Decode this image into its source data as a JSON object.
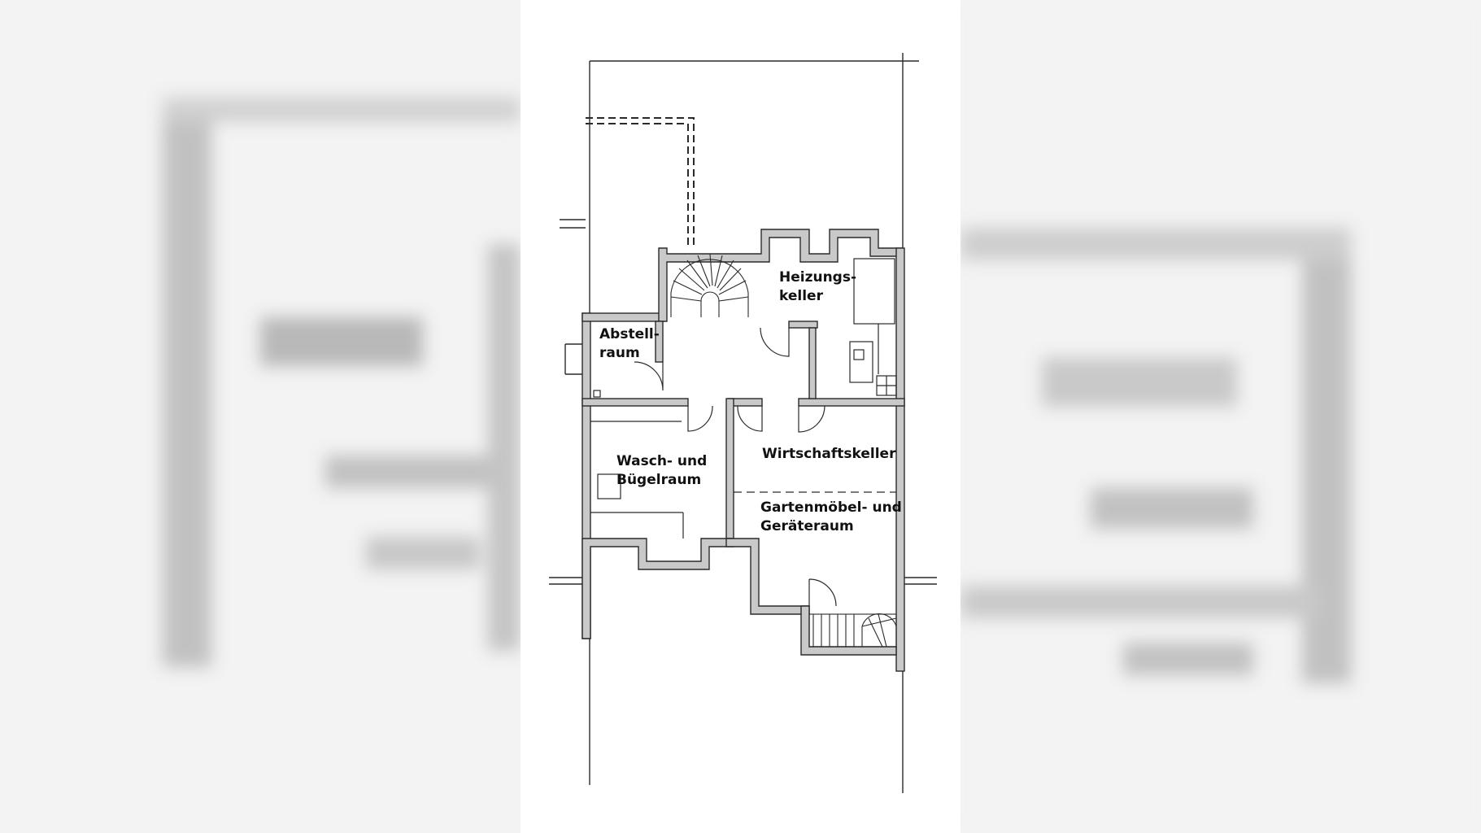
{
  "floor_plan": {
    "rooms": [
      {
        "id": "heizungskeller",
        "lines": [
          "Heizungs-",
          "keller"
        ]
      },
      {
        "id": "abstellraum",
        "lines": [
          "Abstell-",
          "raum"
        ]
      },
      {
        "id": "wasch-buegelraum",
        "lines": [
          "Wasch- und",
          "Bügelraum"
        ]
      },
      {
        "id": "wirtschaftskeller",
        "lines": [
          "Wirtschaftskeller"
        ]
      },
      {
        "id": "gartenmoebel-geraeteraum",
        "lines": [
          "Gartenmöbel- und",
          "Geräteraum"
        ]
      }
    ],
    "colors": {
      "wall_fill": "#c9c9c9",
      "line": "#2a2a2a",
      "background": "#ffffff",
      "backdrop": "#f3f3f3"
    }
  }
}
